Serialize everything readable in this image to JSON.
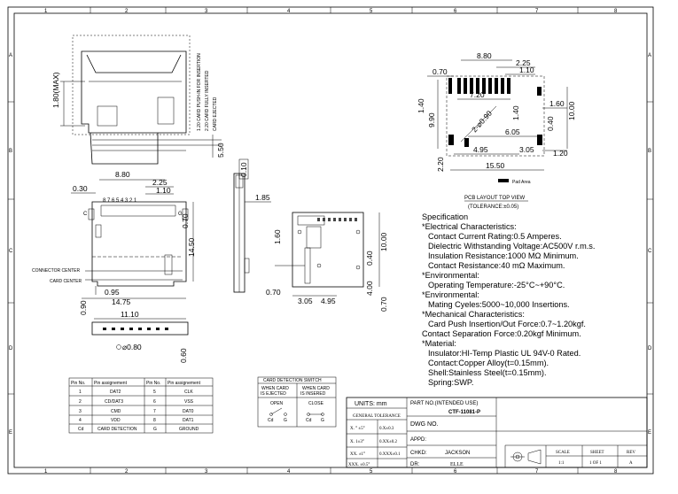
{
  "frame": {
    "cols": [
      "1",
      "2",
      "3",
      "4",
      "5",
      "6",
      "7",
      "8"
    ],
    "rows": [
      "A",
      "B",
      "C",
      "D",
      "E"
    ]
  },
  "side_view": {
    "labels": [
      "1.20 CARD PUSH-IN FOR INSERTION",
      "2.20 CARD FULLY INSERTED",
      "CARD EJECTED"
    ],
    "dims": {
      "max": "1.80(MAX)",
      "d550": "5.50"
    }
  },
  "front_view": {
    "dims": {
      "w880": "8.80",
      "w225": "2.25",
      "w110": "1.10",
      "w030": "0.30",
      "h1450": "14.50",
      "h070": "0.70",
      "w095": "0.95",
      "w1475": "14.75",
      "h090": "0.90",
      "w1110": "11.10",
      "dia": "⌀0.80",
      "h060": "0.60"
    },
    "pin_numbers": "8 7 6 5 4 3 2 1",
    "labels": {
      "c": "C",
      "g": "G",
      "connector_center": "CONNECTOR CENTER",
      "card_center": "CARD CENTER"
    }
  },
  "thin_view": {
    "dims": {
      "d010": "0.10",
      "d185": "1.85"
    }
  },
  "back_view": {
    "dims": {
      "d160": "1.60",
      "d070": "0.70",
      "d305": "3.05",
      "d495": "4.95",
      "d040": "0.40",
      "d1000": "10.00",
      "d400": "4.00",
      "d070b": "0.70"
    }
  },
  "pcb_layout": {
    "dims": {
      "w880": "8.80",
      "w225": "2.25",
      "w110": "1.10",
      "w070": "0.70",
      "w720": "7.20",
      "h140": "1.40",
      "h990": "9.90",
      "h140b": "1.40",
      "w160": "1.60",
      "h1000": "10.00",
      "h040": "0.40",
      "d290": "2-⌀0.90",
      "w605": "6.05",
      "w495": "4.95",
      "w305": "3.05",
      "h220": "2.20",
      "w120": "1.20",
      "w1550": "15.50"
    },
    "legend": "Pad Area",
    "title": "PCB LAYOUT TOP VIEW",
    "tolerance": "(TOLERANCE:±0.05)"
  },
  "specification": [
    "Specification",
    "*Electrical Characteristics:",
    "Contact Current Rating:0.5 Amperes.",
    "Dielectric Withstanding Voltage:AC500V r.m.s.",
    "Insulation Resistance:1000 MΩ Minimum.",
    "Contact Resistance:40 mΩ Maximum.",
    "*Environmental:",
    "Operating Temperature:-25°C~+90°C.",
    "*Environmental:",
    "Mating Cyeles:5000~10,000 Insertions.",
    "*Mechanical Characteristics:",
    "Card Push Insertion/Out Force:0.7~1.20kgf.",
    "Contact Separation Force:0.20kgf Minimum.",
    "*Material:",
    "Insulator:HI-Temp Plastic UL 94V-0 Rated.",
    "Contact:Copper Alloy(t=0.15mm).",
    "Shell:Stainless Steel(t=0.15mm).",
    "Spring:SWP."
  ],
  "pin_table": {
    "headers": [
      "Pin No.",
      "Pin assignement",
      "Pin No.",
      "Pin assignement"
    ],
    "rows": [
      [
        "1",
        "DAT2",
        "5",
        "CLK"
      ],
      [
        "2",
        "CD/DAT3",
        "6",
        "VSS"
      ],
      [
        "3",
        "CMD",
        "7",
        "DAT0"
      ],
      [
        "4",
        "VDD",
        "8",
        "DAT1"
      ],
      [
        "Cd",
        "CARD DETECTION",
        "G",
        "GROUND"
      ]
    ]
  },
  "detection_switch": {
    "title": "CARD DETECTION SWITCH",
    "col1": [
      "WHEN CARD",
      "IS EJECTED"
    ],
    "col2": [
      "WHEN CARD",
      "IS INSERED"
    ],
    "states": [
      "OPEN",
      "CLOSE"
    ],
    "contacts": [
      "Cd",
      "G",
      "Cd",
      "G"
    ]
  },
  "title_block": {
    "units": "UNITS:    mm",
    "general_tol": "GENERAL  TOLERANCE",
    "tol_rows": [
      [
        "X. ° ±5°",
        "0.X±0.3"
      ],
      [
        "X. 1±3°",
        "0.XX±0.2"
      ],
      [
        "XX. ±1°",
        "0.XXX±0.1"
      ],
      [
        "XXX. ±0.5°",
        ""
      ]
    ],
    "part_no_label": "PART NO.(INTENDED USE)",
    "part_no": "CTF-11081-P",
    "dwg_no": "DWG NO.",
    "appd": "APPD:",
    "chkd": "CHKD:",
    "chkd_name": "JACKSON",
    "dr": "DR:",
    "dr_name": "ELLE",
    "scale": "SCALE",
    "scale_val": "1:1",
    "sheet": "SHEET",
    "sheet_val": "1 OF 1",
    "rev": "REV",
    "rev_val": "A"
  }
}
